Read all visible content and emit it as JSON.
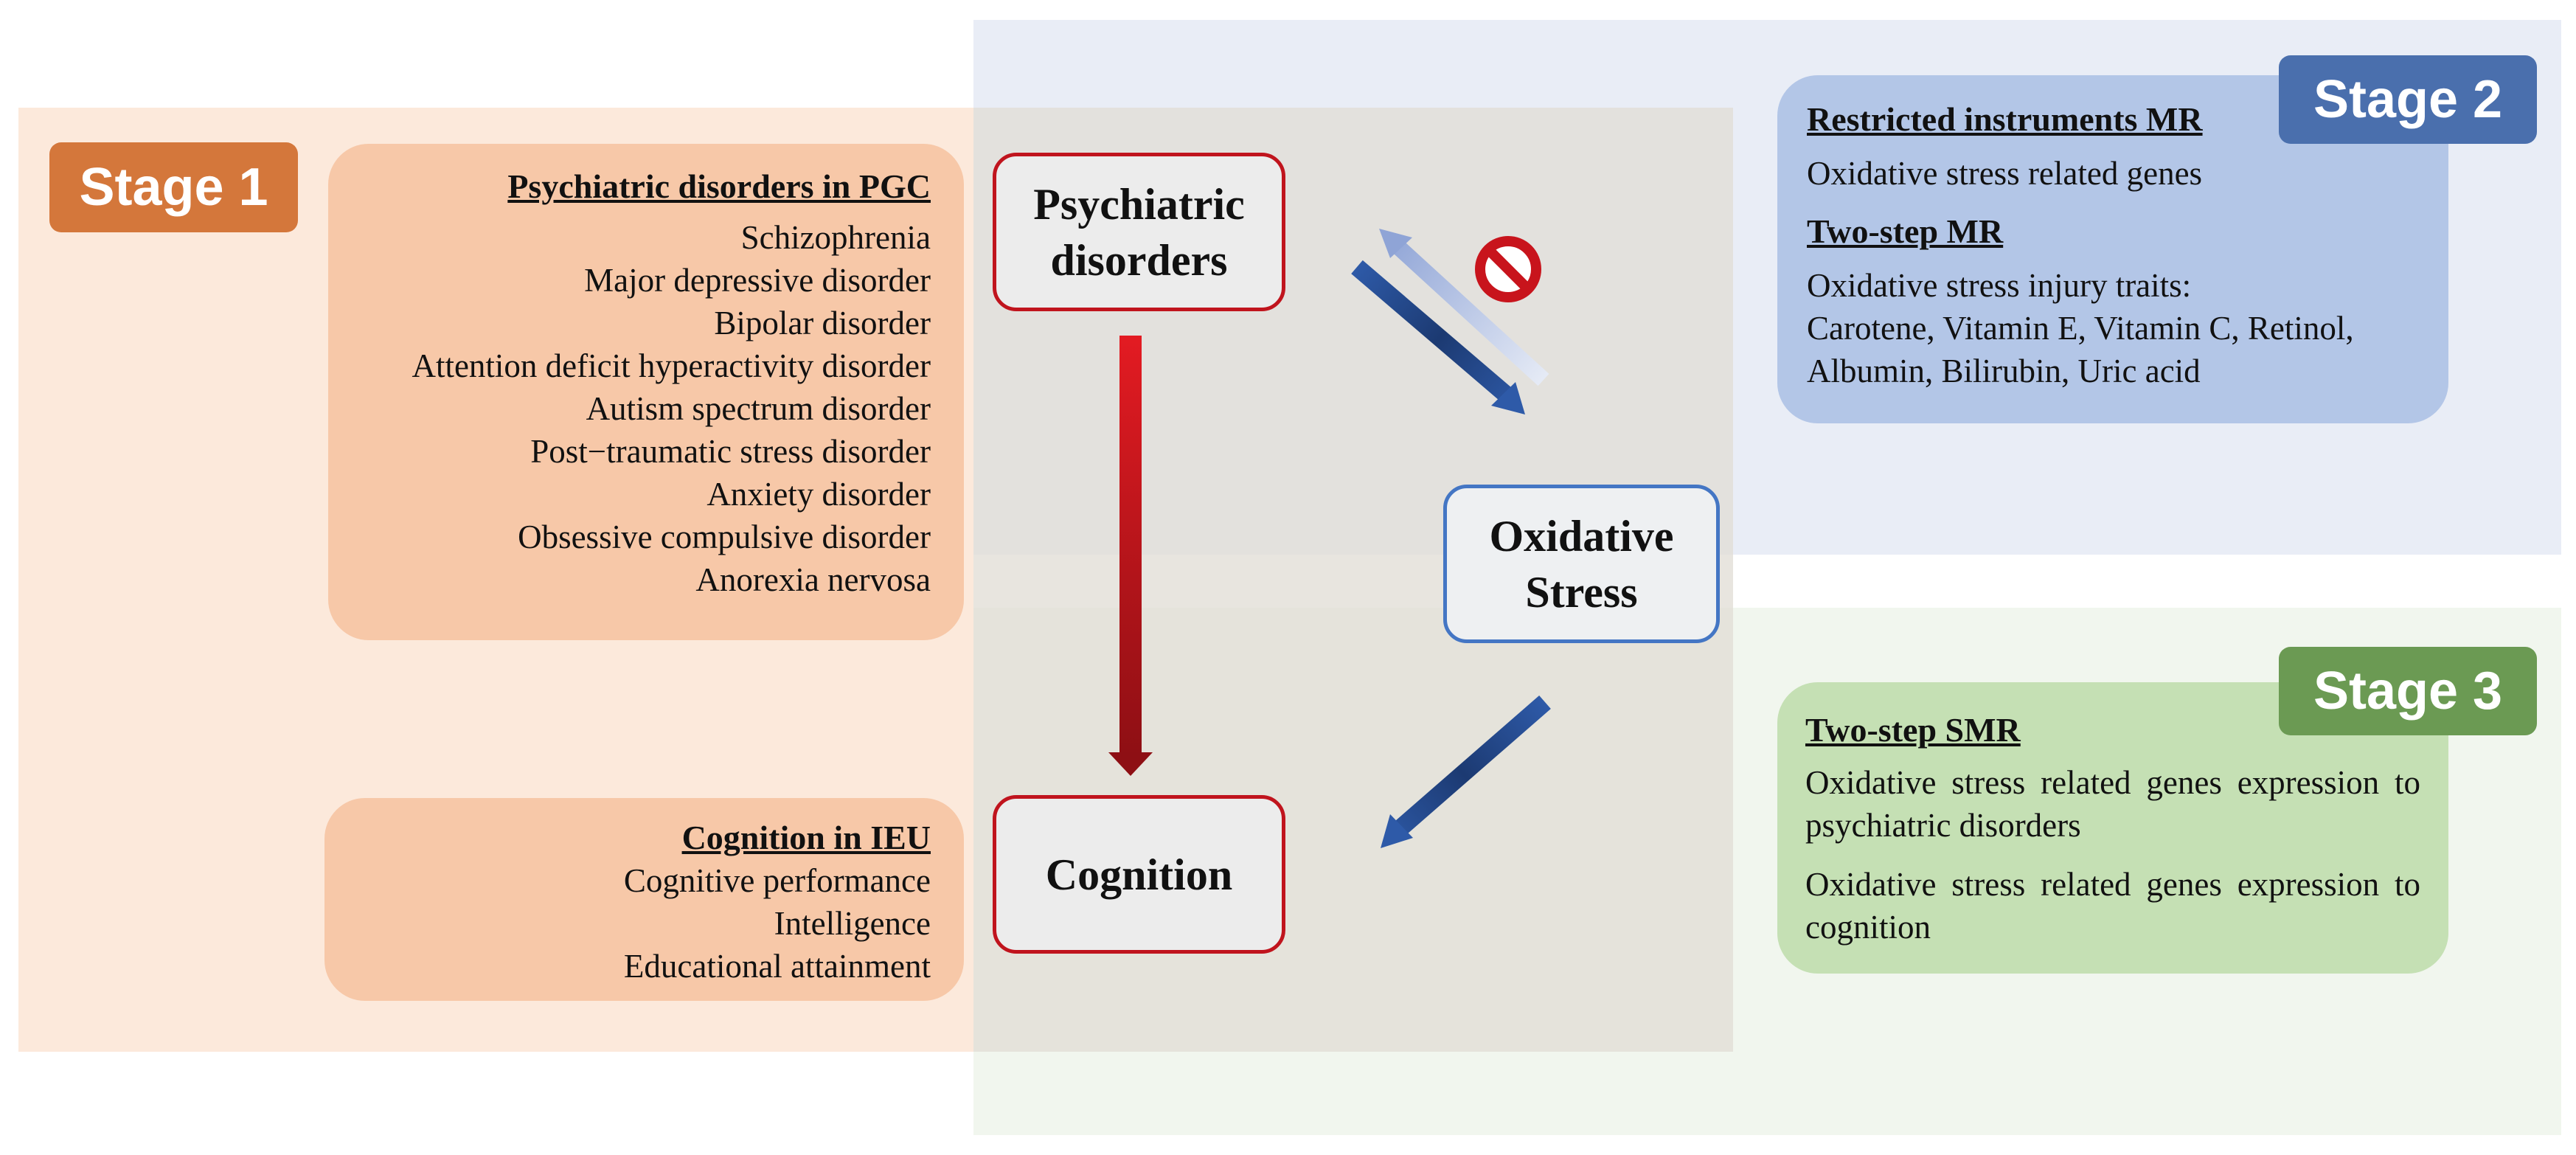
{
  "stage1": {
    "badge": "Stage 1",
    "disorders_heading": "Psychiatric disorders in PGC",
    "disorders": [
      "Schizophrenia",
      "Major depressive disorder",
      "Bipolar disorder",
      "Attention deficit hyperactivity disorder",
      "Autism spectrum disorder",
      "Post−traumatic stress disorder",
      "Anxiety disorder",
      "Obsessive compulsive disorder",
      "Anorexia nervosa"
    ],
    "cognition_heading": "Cognition in IEU",
    "cognition_items": [
      "Cognitive performance",
      "Intelligence",
      "Educational attainment"
    ]
  },
  "stage2": {
    "badge": "Stage 2",
    "restricted_heading": "Restricted instruments MR",
    "restricted_item": "Oxidative stress related genes",
    "twostep_heading": "Two-step MR",
    "traits_label": "Oxidative stress injury traits:",
    "traits_line1": "Carotene, Vitamin E, Vitamin C, Retinol,",
    "traits_line2": "Albumin, Bilirubin, Uric acid"
  },
  "stage3": {
    "badge": "Stage 3",
    "heading": "Two-step SMR",
    "item1": "Oxidative stress related genes expression to psychiatric disorders",
    "item2": "Oxidative stress related genes expression to cognition"
  },
  "nodes": {
    "psychiatric_line1": "Psychiatric",
    "psychiatric_line2": "disorders",
    "oxidative_line1": "Oxidative",
    "oxidative_line2": "Stress",
    "cognition": "Cognition"
  },
  "icons": {
    "blocked": "prohibited-icon"
  },
  "colors": {
    "stage1": "#d4773b",
    "stage2": "#4a6fad",
    "stage3": "#6b9a53",
    "red_arrow": "#c0141d",
    "blue_arrow": "#2f5ba8"
  }
}
